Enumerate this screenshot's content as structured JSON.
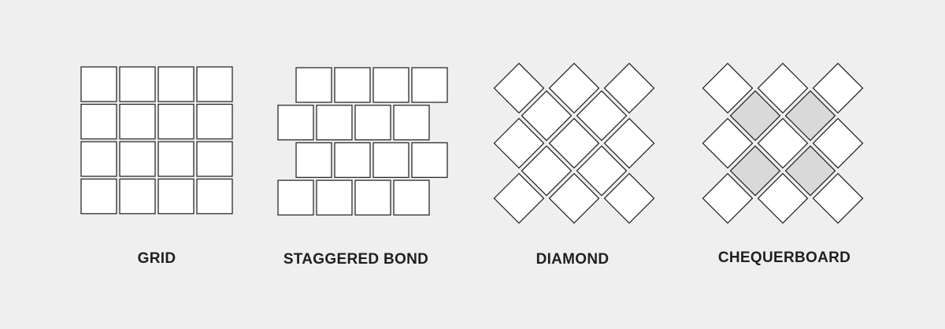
{
  "patterns": [
    {
      "id": "grid",
      "label": "GRID",
      "type": "grid",
      "rows": 4,
      "cols": 4
    },
    {
      "id": "staggered",
      "label": "STAGGERED BOND",
      "type": "staggered",
      "rows": 4,
      "cols": 4
    },
    {
      "id": "diamond",
      "label": "DIAMOND",
      "type": "diamond",
      "tiles_outer": 9,
      "tiles_inner": 4
    },
    {
      "id": "chequerboard",
      "label": "CHEQUERBOARD",
      "type": "chequerboard",
      "tiles_outer": 9,
      "tiles_inner": 4,
      "shaded": "inner"
    }
  ],
  "colors": {
    "background": "#efefef",
    "tile_fill": "#ffffff",
    "tile_shaded": "#d9d9d9",
    "tile_stroke": "#2b2b2b",
    "label": "#1f1f1f"
  }
}
